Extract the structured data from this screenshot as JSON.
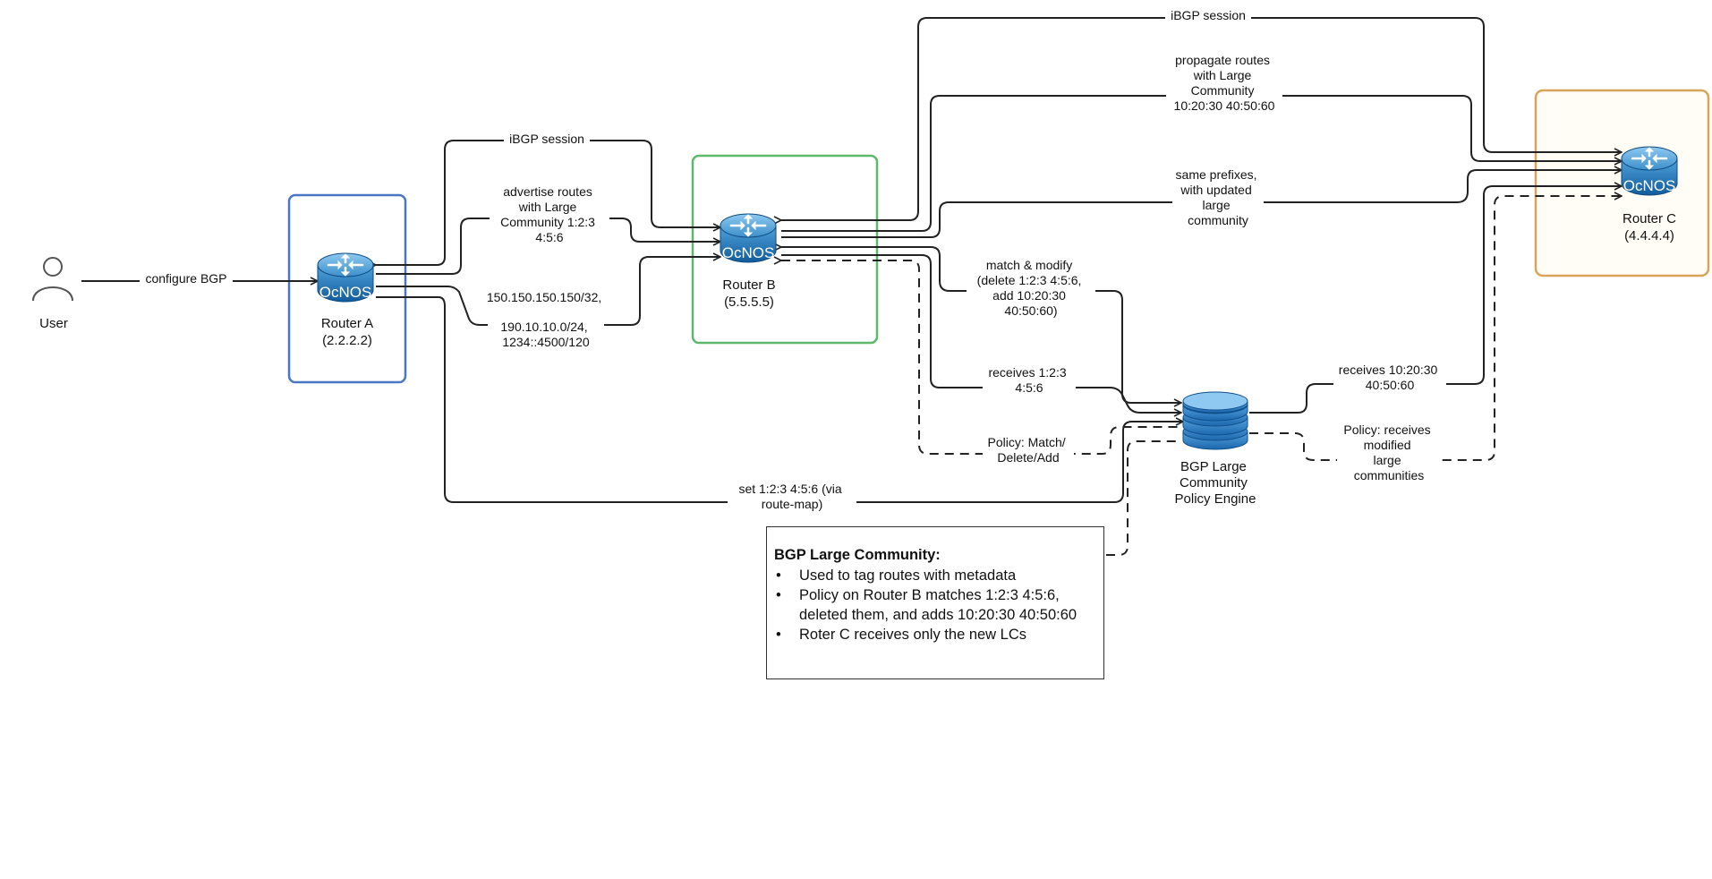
{
  "user": {
    "label": "User"
  },
  "routers": {
    "a": {
      "logo": "OcNOS",
      "name": "Router A",
      "address": "(2.2.2.2)"
    },
    "b": {
      "logo": "OcNOS",
      "name": "Router B",
      "address": "(5.5.5.5)"
    },
    "c": {
      "logo": "OcNOS",
      "name": "Router C",
      "address": "(4.4.4.4)"
    }
  },
  "engine": {
    "lines": [
      "BGP Large",
      "Community",
      "Policy Engine"
    ]
  },
  "links": {
    "configure": "configure BGP",
    "ibgp_ab": "iBGP session",
    "advertise": [
      "advertise routes",
      "with Large",
      "Community 1:2:3",
      "4:5:6"
    ],
    "prefixes": [
      "150.150.150.150/32,",
      "190.10.10.0/24,",
      "1234::4500/120"
    ],
    "ibgp_bc": "iBGP session",
    "propagate": [
      "propagate routes",
      "with Large",
      "Community",
      "10:20:30 40:50:60"
    ],
    "same_prefixes": [
      "same prefixes,",
      "with updated",
      "large",
      "community"
    ],
    "match_modify": [
      "match & modify",
      "(delete 1:2:3 4:5:6,",
      "add 10:20:30",
      "40:50:60)"
    ],
    "receives_b": [
      "receives 1:2:3",
      "4:5:6"
    ],
    "policy_b": [
      "Policy: Match/",
      "Delete/Add"
    ],
    "set_routemap": [
      "set 1:2:3 4:5:6 (via",
      "route-map)"
    ],
    "receives_c": [
      "receives 10:20:30",
      "40:50:60"
    ],
    "policy_c": [
      "Policy: receives",
      "modified",
      "large",
      "communities"
    ]
  },
  "note": {
    "title": "BGP Large Community:",
    "items": [
      "Used to tag routes with metadata",
      "Policy on Router B matches 1:2:3 4:5:6, deleted them, and adds 10:20:30 40:50:60",
      "Roter C receives only the new LCs"
    ]
  }
}
